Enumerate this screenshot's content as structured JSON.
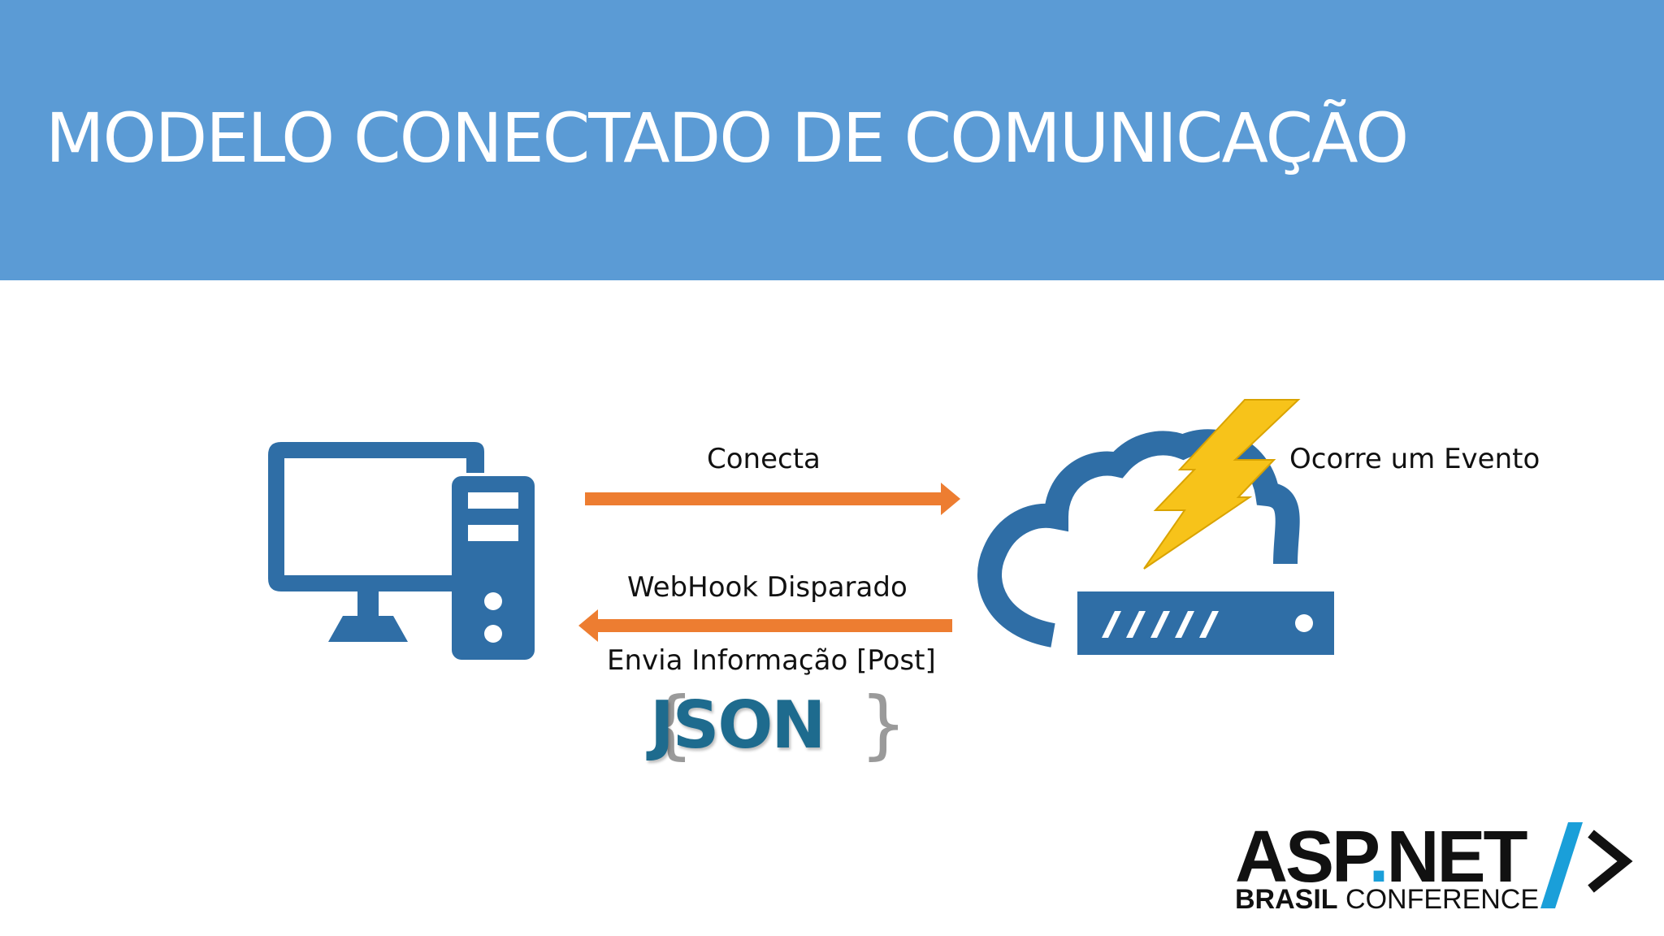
{
  "slide": {
    "title": "MODELO CONECTADO DE COMUNICAÇÃO"
  },
  "diagram": {
    "nodes": [
      {
        "id": "client",
        "icon": "desktop-computer-icon"
      },
      {
        "id": "server",
        "icon": "cloud-server-icon",
        "event_icon": "lightning-bolt-icon"
      }
    ],
    "edges": [
      {
        "from": "client",
        "to": "server",
        "label": "Conecta",
        "color": "#ed7d31"
      },
      {
        "from": "server",
        "to": "client",
        "label": "WebHook Disparado",
        "sublabel": "Envia Informação [Post]",
        "color": "#ed7d31"
      }
    ],
    "event_label": "Ocorre um Evento",
    "payload": {
      "open": "{",
      "word": "JSON",
      "close": "}"
    }
  },
  "logo": {
    "main_left": "ASP",
    "dot": ".",
    "main_right": "NET",
    "sub_bold": "BRASIL",
    "sub": "CONFERENCE"
  },
  "colors": {
    "header": "#5b9bd5",
    "icon_blue": "#2f6ea6",
    "arrow": "#ed7d31",
    "bolt": "#f7c31a",
    "logo_accent": "#1a9fd9"
  }
}
